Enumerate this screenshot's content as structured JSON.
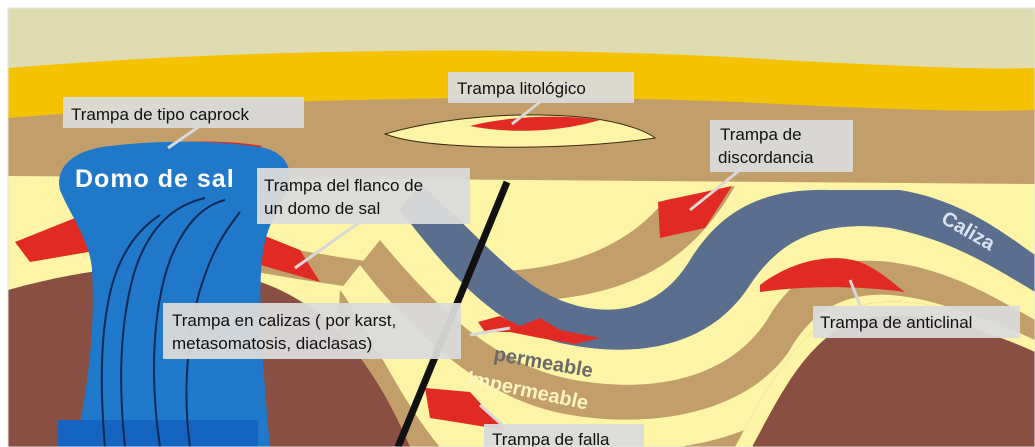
{
  "diagram": {
    "labels": {
      "caprock": "Trampa de tipo caprock",
      "litologico": "Trampa litológico",
      "discordancia_1": "Trampa de",
      "discordancia_2": "discordancia",
      "flanco_1": "Trampa del flanco de",
      "flanco_2": "un domo de sal",
      "calizas_1": "Trampa en calizas ( por karst,",
      "calizas_2": "metasomatosis, diaclasas)",
      "anticlinal": "Trampa de anticlinal",
      "falla": "Trampa de falla"
    },
    "formations": {
      "domo": "Domo de sal",
      "caliza": "Caliza",
      "permeable": "permeable",
      "impermeable": "Impermeable"
    },
    "colors": {
      "sky": "#dedcb0",
      "yellow_band": "#f5c200",
      "brown_light": "#c29f6a",
      "cream": "#fdf5a5",
      "caliza_blue": "#5a6f8e",
      "basement": "#8a4f43",
      "salt_dome": "#1f78c8",
      "trap_red": "#e12a24",
      "fault": "#111111"
    }
  }
}
